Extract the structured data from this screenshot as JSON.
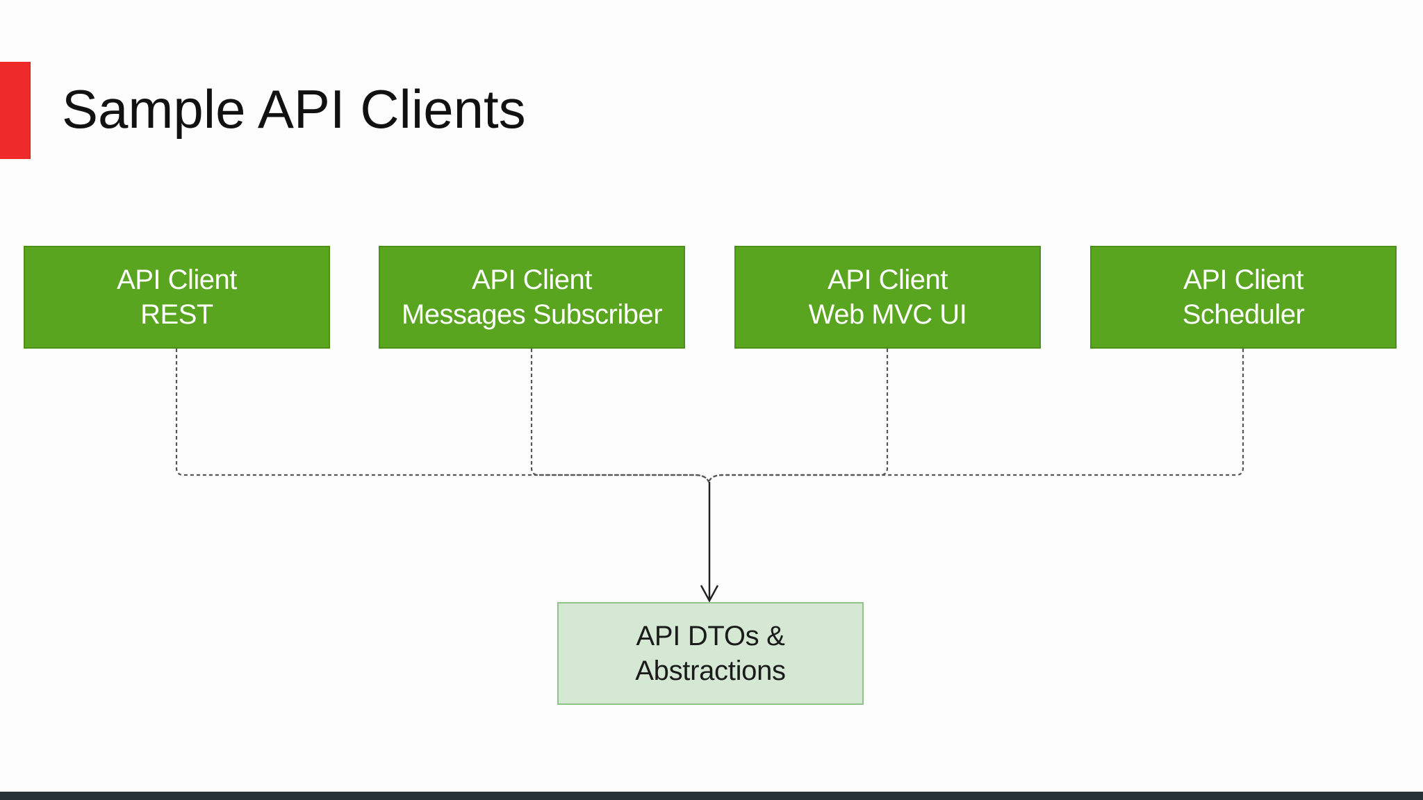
{
  "slide": {
    "title": "Sample API Clients",
    "accent_color": "#ee2a2a",
    "footer_color": "#263238"
  },
  "diagram": {
    "clients": [
      {
        "line1": "API Client",
        "line2": "REST"
      },
      {
        "line1": "API Client",
        "line2": "Messages Subscriber"
      },
      {
        "line1": "API Client",
        "line2": "Web MVC UI"
      },
      {
        "line1": "API Client",
        "line2": "Scheduler"
      }
    ],
    "target": {
      "line1": "API DTOs &",
      "line2": "Abstractions"
    },
    "client_fill": "#5aa51f",
    "target_fill": "#d5e8d4",
    "connector_style": "dashed",
    "arrow": "open-arrowhead"
  }
}
